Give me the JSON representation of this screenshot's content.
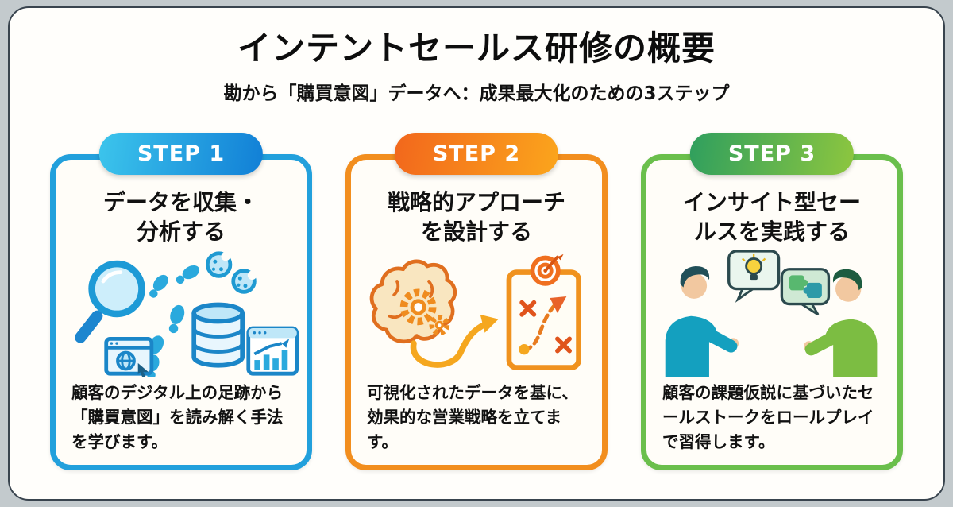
{
  "page": {
    "background_color": "#c3cacd",
    "panel_background": "#fffefb",
    "panel_border_color": "#39444e"
  },
  "header": {
    "title": "インテントセールス研修の概要",
    "subtitle": "勘から「購買意図」データへ：成果最大化のための3ステップ"
  },
  "steps": [
    {
      "label": "STEP 1",
      "title_line1": "データを収集・",
      "title_line2": "分析する",
      "description": "顧客のデジタル上の足跡から「購買意図」を読み解く手法を学びます。",
      "accent": {
        "pill_gradient_from": "#3cc5ec",
        "pill_gradient_to": "#117fd6",
        "border": "#22a0dc"
      },
      "icons": [
        "magnifier-icon",
        "footprints-icon",
        "cookies-icon",
        "database-icon",
        "browser-globe-icon",
        "bar-chart-icon"
      ]
    },
    {
      "label": "STEP 2",
      "title_line1": "戦略的アプローチ",
      "title_line2": "を設計する",
      "description": "可視化されたデータを基に、効果的な営業戦略を立てます。",
      "accent": {
        "pill_gradient_from": "#f2671c",
        "pill_gradient_to": "#fba51c",
        "border": "#f28e1e"
      },
      "icons": [
        "brain-gears-icon",
        "curved-arrow-icon",
        "strategy-clipboard-icon",
        "target-icon"
      ]
    },
    {
      "label": "STEP 3",
      "title_line1": "インサイト型セー",
      "title_line2": "ルスを実践する",
      "description": "顧客の課題仮説に基づいたセールストークをロールプレイで習得します。",
      "accent": {
        "pill_gradient_from": "#2f9f5e",
        "pill_gradient_to": "#8dc63f",
        "border": "#6abf4c"
      },
      "icons": [
        "conversation-people-icon",
        "idea-speech-bubble-icon",
        "puzzle-speech-bubble-icon"
      ]
    }
  ]
}
